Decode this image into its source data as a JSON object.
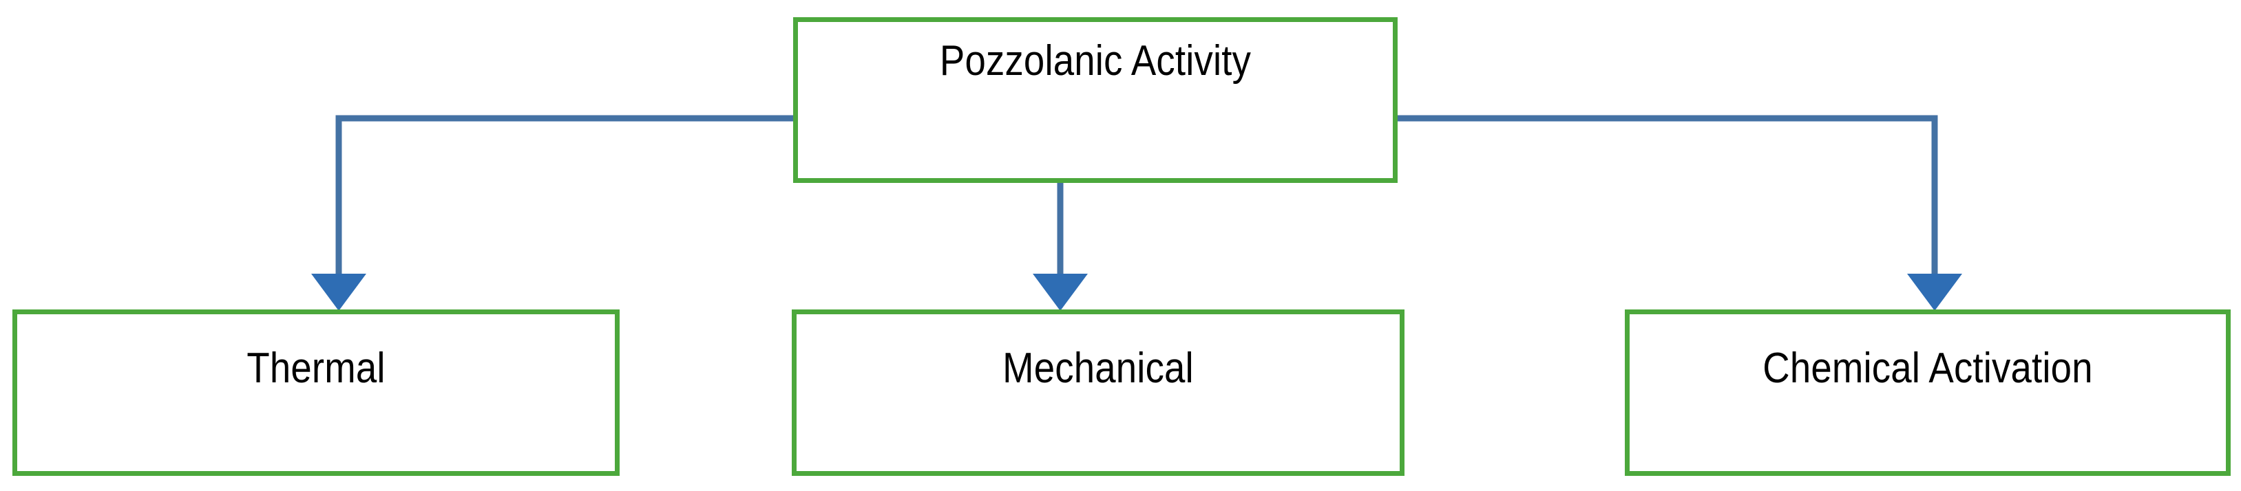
{
  "diagram": {
    "type": "hierarchy-flowchart",
    "orientation": "top-down",
    "title_node": {
      "id": "root",
      "label": "Pozzolanic Activity"
    },
    "children": [
      {
        "id": "thermal",
        "label": "Thermal"
      },
      {
        "id": "mechanical",
        "label": "Mechanical"
      },
      {
        "id": "chemical",
        "label": "Chemical Activation"
      }
    ],
    "edges": [
      {
        "from": "root",
        "to": "thermal",
        "style": "elbow-left",
        "arrow": "filled-triangle"
      },
      {
        "from": "root",
        "to": "mechanical",
        "style": "straight-down",
        "arrow": "filled-triangle"
      },
      {
        "from": "root",
        "to": "chemical",
        "style": "elbow-right",
        "arrow": "filled-triangle"
      }
    ],
    "colors": {
      "box_border": "#4CA83C",
      "box_fill": "#FFFFFF",
      "connector": "#4472A4",
      "text": "#000000",
      "background": "#FFFFFF"
    }
  }
}
